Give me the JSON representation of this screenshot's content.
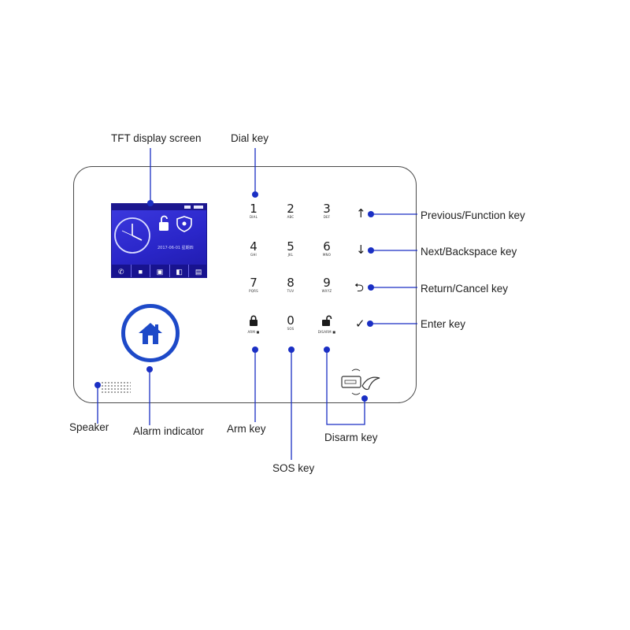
{
  "device": {
    "screen": {
      "date_text": "2017-06-01 星期四"
    },
    "keypad": [
      {
        "main": "1",
        "sub": "DIAL"
      },
      {
        "main": "2",
        "sub": "ABC"
      },
      {
        "main": "3",
        "sub": "DEF"
      },
      {
        "main": "4",
        "sub": "GHI"
      },
      {
        "main": "5",
        "sub": "JKL"
      },
      {
        "main": "6",
        "sub": "MNO"
      },
      {
        "main": "7",
        "sub": "PQRS"
      },
      {
        "main": "8",
        "sub": "TUV"
      },
      {
        "main": "9",
        "sub": "WXYZ"
      },
      {
        "main": "",
        "sub": "ARM ■"
      },
      {
        "main": "0",
        "sub": "SOS"
      },
      {
        "main": "",
        "sub": "DISARM ■"
      }
    ],
    "accent_color": "#1d49c8",
    "dot_color": "#1a2fc4"
  },
  "labels": {
    "tft": "TFT display screen",
    "dial": "Dial key",
    "previous": "Previous/Function key",
    "next": "Next/Backspace key",
    "return": "Return/Cancel key",
    "enter": "Enter key",
    "speaker": "Speaker",
    "alarm": "Alarm indicator",
    "arm": "Arm key",
    "sos": "SOS key",
    "disarm": "Disarm key"
  }
}
